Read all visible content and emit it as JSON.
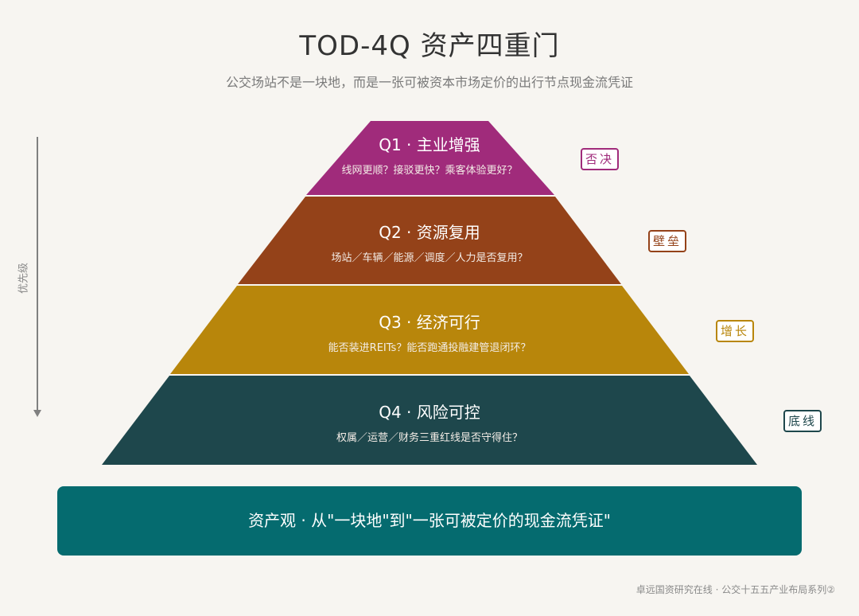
{
  "header": {
    "title": "TOD-4Q 资产四重门",
    "subtitle": "公交场站不是一块地，而是一张可被资本市场定价的出行节点现金流凭证"
  },
  "axis": {
    "label": "优先级",
    "direction": "down"
  },
  "layers": [
    {
      "title": "Q1 · 主业增强",
      "desc": "线网更顺？接驳更快？乘客体验更好？",
      "tag": "否决",
      "color": "#a02b7b"
    },
    {
      "title": "Q2 · 资源复用",
      "desc": "场站／车辆／能源／调度／人力是否复用？",
      "tag": "壁垒",
      "color": "#944219"
    },
    {
      "title": "Q3 · 经济可行",
      "desc": "能否装进REITs？能否跑通投融建管退闭环？",
      "tag": "增长",
      "color": "#b8860b"
    },
    {
      "title": "Q4 · 风险可控",
      "desc": "权属／运营／财务三重红线是否守得住？",
      "tag": "底线",
      "color": "#1e474c"
    }
  ],
  "banner": {
    "text": "资产观 · 从\"一块地\"到\"一张可被定价的现金流凭证\"",
    "color": "#056b6f"
  },
  "footer": {
    "text": "卓远国资研究在线 · 公交十五五产业布局系列②"
  }
}
